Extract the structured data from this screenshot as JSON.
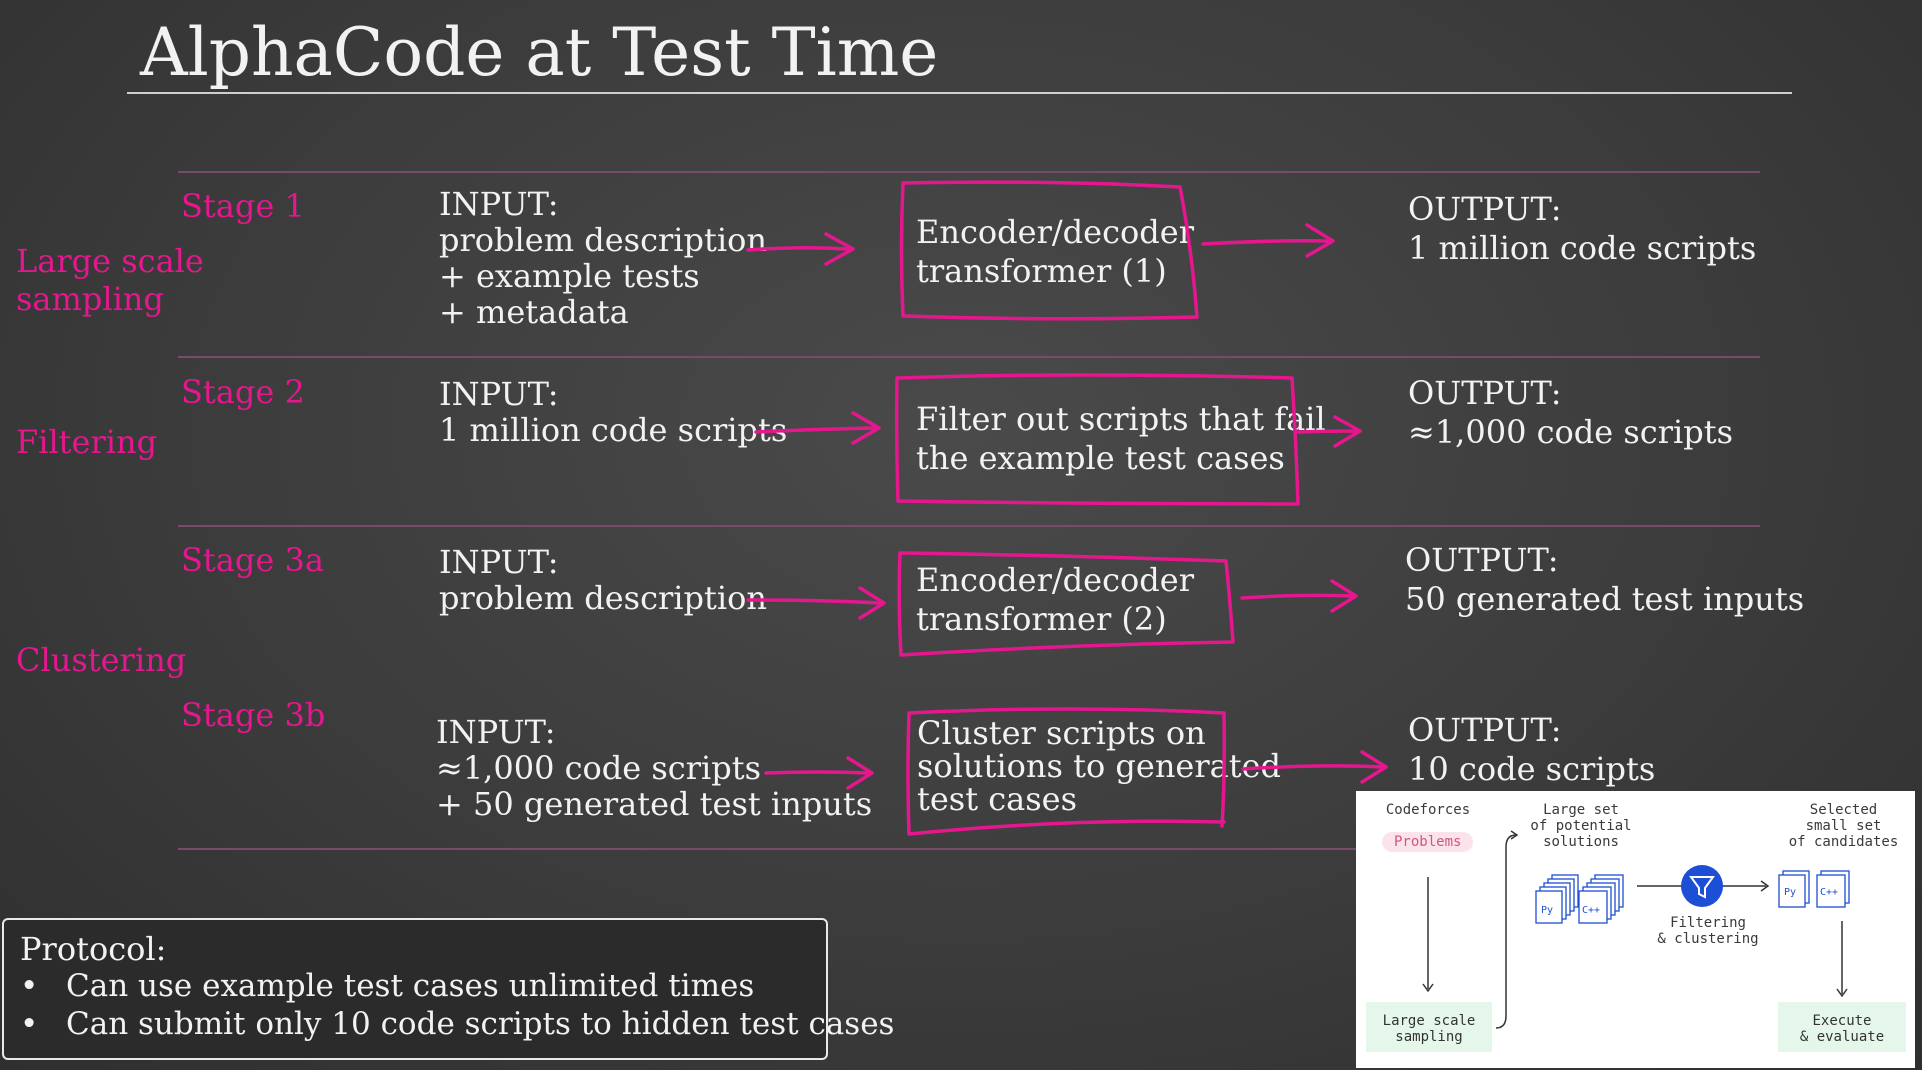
{
  "title": "AlphaCode at Test Time",
  "groups": {
    "large_scale_sampling": "Large scale\nsampling",
    "filtering": "Filtering",
    "clustering": "Clustering"
  },
  "stages": [
    {
      "label": "Stage 1",
      "input": "INPUT:\nproblem description\n+ example tests\n+ metadata",
      "process": "Encoder/decoder\ntransformer (1)",
      "output": "OUTPUT:\n1 million code scripts"
    },
    {
      "label": "Stage 2",
      "input": "INPUT:\n1 million code scripts",
      "process": "Filter out scripts that fail\nthe example test cases",
      "output": "OUTPUT:\n≈1,000 code scripts"
    },
    {
      "label": "Stage 3a",
      "input": "INPUT:\nproblem description",
      "process": "Encoder/decoder\ntransformer (2)",
      "output": "OUTPUT:\n50 generated test inputs"
    },
    {
      "label": "Stage 3b",
      "input": "INPUT:\n≈1,000 code scripts\n+ 50 generated test inputs",
      "process": "Cluster scripts on\nsolutions to generated\ntest cases",
      "output": "OUTPUT:\n10 code scripts"
    }
  ],
  "protocol": {
    "title": "Protocol:",
    "bullets": [
      "Can use example test cases unlimited times",
      "Can submit only 10 code scripts to hidden test cases"
    ]
  },
  "inset": {
    "codeforces": "Codeforces",
    "problems_chip": "Problems",
    "large_set": "Large set\nof potential\nsolutions",
    "selected": "Selected\nsmall set\nof candidates",
    "filtering": "Filtering\n& clustering",
    "sampling": "Large scale\nsampling",
    "execute": "Execute\n& evaluate",
    "py": "Py",
    "cpp": "C++"
  },
  "colors": {
    "accent_magenta": "#e6168f",
    "inset_blue": "#1d4fd6",
    "inset_green": "#e4f7ea",
    "inset_pink": "#fbe3ec"
  }
}
